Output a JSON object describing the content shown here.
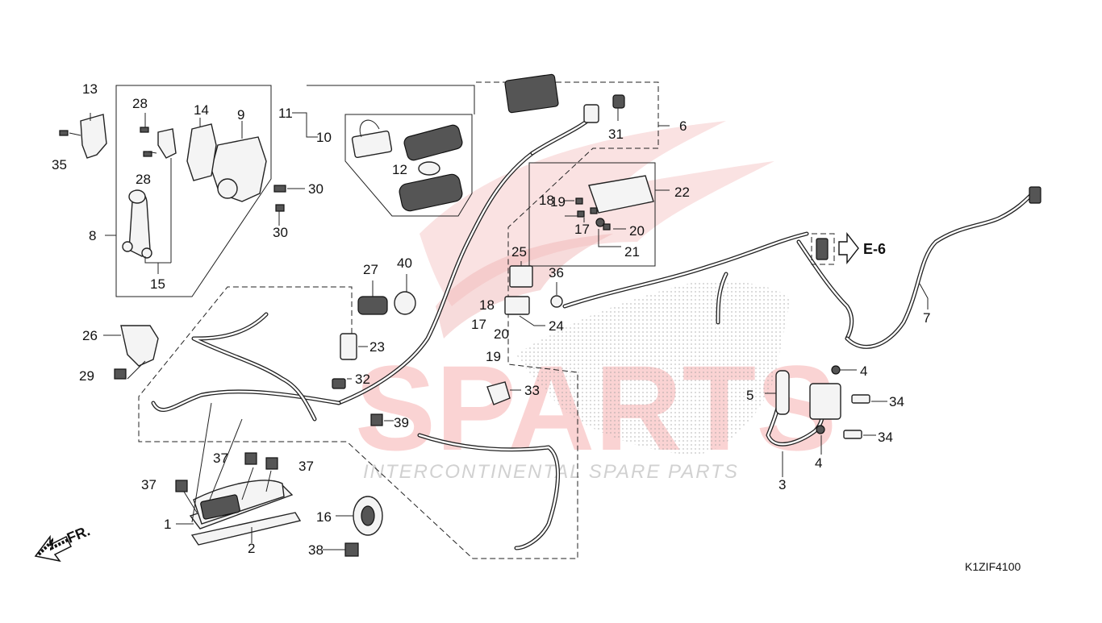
{
  "diagram": {
    "code": "K1ZIF4100",
    "front_label": "FR.",
    "ref_label": "E-6",
    "colors": {
      "line": "#222222",
      "watermark_red": "#e8302f",
      "watermark_grey": "#b9b9b9",
      "dot_pattern": "#9a9a9a"
    }
  },
  "watermark": {
    "logo": "SPARTS",
    "tagline": "INTERCONTINENTAL SPARE PARTS"
  },
  "callouts": [
    {
      "id": "c1",
      "label": "1"
    },
    {
      "id": "c2",
      "label": "2"
    },
    {
      "id": "c3",
      "label": "3"
    },
    {
      "id": "c4a",
      "label": "4"
    },
    {
      "id": "c4b",
      "label": "4"
    },
    {
      "id": "c5",
      "label": "5"
    },
    {
      "id": "c6",
      "label": "6"
    },
    {
      "id": "c7",
      "label": "7"
    },
    {
      "id": "c8",
      "label": "8"
    },
    {
      "id": "c9",
      "label": "9"
    },
    {
      "id": "c10",
      "label": "10"
    },
    {
      "id": "c11",
      "label": "11"
    },
    {
      "id": "c12",
      "label": "12"
    },
    {
      "id": "c13",
      "label": "13"
    },
    {
      "id": "c14",
      "label": "14"
    },
    {
      "id": "c15",
      "label": "15"
    },
    {
      "id": "c16",
      "label": "16"
    },
    {
      "id": "c17a",
      "label": "17"
    },
    {
      "id": "c17b",
      "label": "17"
    },
    {
      "id": "c18a",
      "label": "18"
    },
    {
      "id": "c18b",
      "label": "18"
    },
    {
      "id": "c19a",
      "label": "19"
    },
    {
      "id": "c19b",
      "label": "19"
    },
    {
      "id": "c20a",
      "label": "20"
    },
    {
      "id": "c20b",
      "label": "20"
    },
    {
      "id": "c21",
      "label": "21"
    },
    {
      "id": "c22",
      "label": "22"
    },
    {
      "id": "c23",
      "label": "23"
    },
    {
      "id": "c24",
      "label": "24"
    },
    {
      "id": "c25",
      "label": "25"
    },
    {
      "id": "c26",
      "label": "26"
    },
    {
      "id": "c27",
      "label": "27"
    },
    {
      "id": "c28a",
      "label": "28"
    },
    {
      "id": "c28b",
      "label": "28"
    },
    {
      "id": "c29",
      "label": "29"
    },
    {
      "id": "c30a",
      "label": "30"
    },
    {
      "id": "c30b",
      "label": "30"
    },
    {
      "id": "c31",
      "label": "31"
    },
    {
      "id": "c32",
      "label": "32"
    },
    {
      "id": "c33",
      "label": "33"
    },
    {
      "id": "c34a",
      "label": "34"
    },
    {
      "id": "c34b",
      "label": "34"
    },
    {
      "id": "c35",
      "label": "35"
    },
    {
      "id": "c36",
      "label": "36"
    },
    {
      "id": "c37a",
      "label": "37"
    },
    {
      "id": "c37b",
      "label": "37"
    },
    {
      "id": "c37c",
      "label": "37"
    },
    {
      "id": "c38",
      "label": "38"
    },
    {
      "id": "c39",
      "label": "39"
    },
    {
      "id": "c40",
      "label": "40"
    }
  ]
}
